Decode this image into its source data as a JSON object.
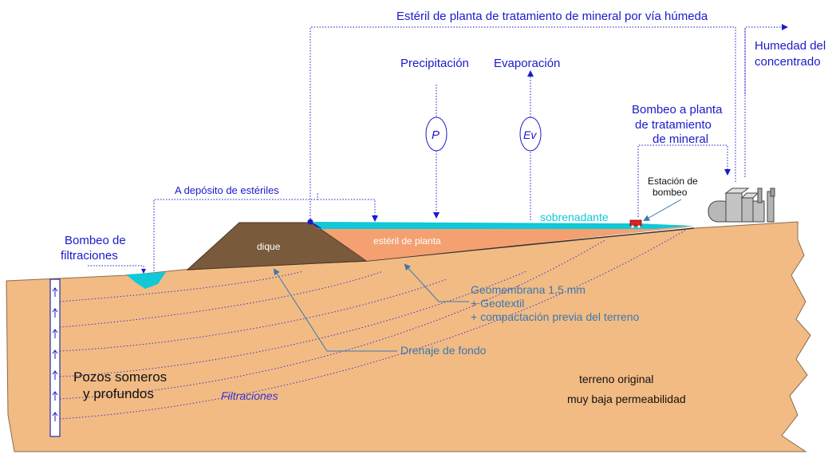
{
  "labels": {
    "esteril_planta_top": "Estéril de planta de tratamiento de mineral por vía húmeda",
    "humedad_line1": "Humedad del",
    "humedad_line2": "concentrado",
    "precipitacion": "Precipitación",
    "evaporacion": "Evaporación",
    "p_symbol": "P",
    "ev_symbol": "Ev",
    "bombeo_planta_line1": "Bombeo a planta",
    "bombeo_planta_line2": "de tratamiento",
    "bombeo_planta_line3": "de mineral",
    "estacion_line1": "Estación de",
    "estacion_line2": "bombeo",
    "a_deposito": "A depósito de estériles",
    "sobrenadante": "sobrenadante",
    "bombeo_filtr_line1": "Bombeo de",
    "bombeo_filtr_line2": "filtraciones",
    "dique": "dique",
    "esteril_planta": "estéril de planta",
    "geomembrana_line1": "Geomembrana 1,5 mm",
    "geomembrana_line2": "+ Geotextil",
    "geomembrana_line3": "+ compactación previa del terreno",
    "drenaje": "Drenaje de fondo",
    "pozos_line1": "Pozos someros",
    "pozos_line2": "y profundos",
    "filtraciones": "Filtraciones",
    "terreno_line1": "terreno original",
    "terreno_line2": "muy baja permeabilidad"
  },
  "colors": {
    "ground": "#f2bb84",
    "dam": "#7a5a3c",
    "tailings": "#f4a070",
    "water": "#10c8d8",
    "flow_blue": "#1a1acc",
    "note_steel": "#3a78b0",
    "pump_red": "#e02020",
    "plant_gray": "#b0b0b0"
  },
  "icons": {
    "plant": "processing-plant-icon",
    "pump": "pump-station-icon",
    "well": "well-icon"
  }
}
